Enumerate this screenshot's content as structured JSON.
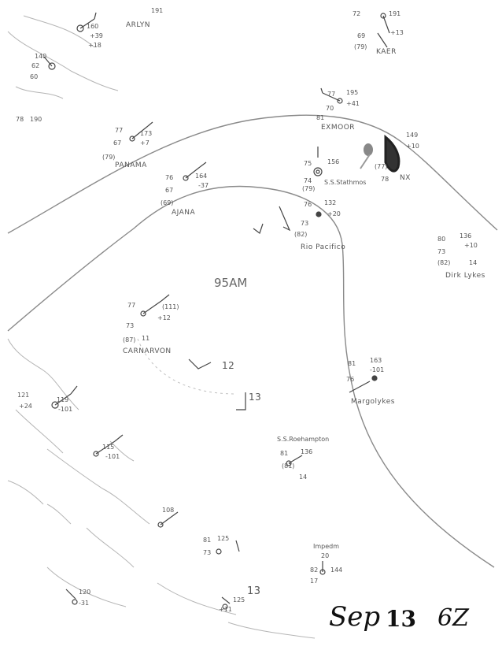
{
  "chart_title": {
    "month": "Sep",
    "day": "13",
    "hour": "6Z"
  },
  "center_label": "95AM",
  "ships": {
    "arlyn": "ARLYN",
    "kaer": "KAER",
    "exmoor": "EXMOOR",
    "panama": "PANAMA",
    "ajana": "AJANA",
    "stathmos": "S.S.Stathmos",
    "nx": "NX",
    "pacifico": "Rio Pacifico",
    "dirk_lykes": "Dirk Lykes",
    "carnarvon": "CARNARVON",
    "margolykes": "Margolykes",
    "roehampton": "S.S.Roehampton",
    "impedm": "Impedm"
  },
  "wind_notes": {
    "w12": "12",
    "w13": "13",
    "w13b": "13"
  },
  "obs": {
    "arlyn_top": "191",
    "arlyn_a": "160",
    "arlyn_b": "+39",
    "arlyn_c": "+18",
    "kaer_a": "72",
    "kaer_b": "191",
    "kaer_c": "+13",
    "kaer_d": "69",
    "kaer_e": "(79)",
    "nw_a": "140",
    "nw_b": "62",
    "nw_c": "60",
    "left_a": "78",
    "left_b": "190",
    "exm_a": "77",
    "exm_b": "195",
    "exm_c": "+41",
    "exm_d": "70",
    "exm_e": "81",
    "pan_a": "77",
    "pan_b": "173",
    "pan_c": "+7",
    "pan_d": "67",
    "pan_e": "(79)",
    "aja_a": "76",
    "aja_b": "164",
    "aja_c": "-37",
    "aja_d": "67",
    "aja_e": "(69)",
    "sta_a": "75",
    "sta_b": "156",
    "sta_c": "74",
    "sta_d": "(79)",
    "nx_a": "149",
    "nx_b": "+10",
    "nx_c": "(77)",
    "nx_d": "78",
    "pac_a": "76",
    "pac_b": "132",
    "pac_c": "+20",
    "pac_d": "73",
    "pac_e": "(82)",
    "dirk_a": "80",
    "dirk_b": "136",
    "dirk_c": "+10",
    "dirk_d": "73",
    "dirk_e": "(82)",
    "dirk_f": "14",
    "car_a": "77",
    "car_b": "(111)",
    "car_c": "+12",
    "car_d": "73",
    "car_e": "(87)",
    "car_f": "11",
    "mar_a": "81",
    "mar_b": "163",
    "mar_c": "-101",
    "mar_d": "76",
    "roe_a": "81",
    "roe_b": "136",
    "roe_c": "(81)",
    "roe_d": "14",
    "imp_a": "20",
    "imp_b": "82",
    "imp_c": "17",
    "imp_d": "144",
    "lw_a": "121",
    "lw_b": "119",
    "lw_c": "-101",
    "lw_d": "+24",
    "isl_a": "115",
    "isl_b": "-101",
    "car2_a": "108",
    "car2_b": "125",
    "car2_c": "81",
    "car2_d": "73",
    "bot_a": "120",
    "bot_b": "-31",
    "bot_c": "125",
    "bot_d": "+11"
  }
}
